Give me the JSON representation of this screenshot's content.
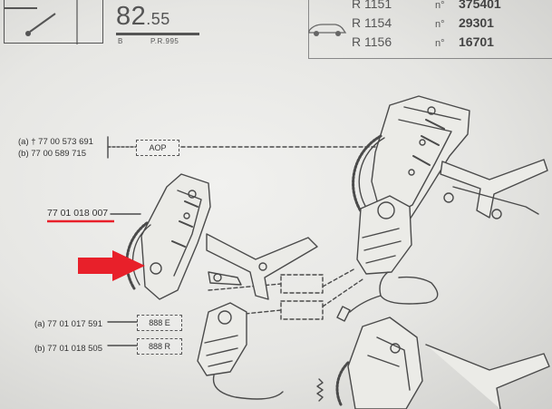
{
  "header": {
    "page_number": "82",
    "page_number_sub": ".55",
    "left_code": "B",
    "right_code": "P.R.995"
  },
  "references": [
    {
      "model": "R 1151",
      "label": "n°",
      "value": "375401"
    },
    {
      "model": "R 1154",
      "label": "n°",
      "value": "29301"
    },
    {
      "model": "R 1156",
      "label": "n°",
      "value": "16701"
    }
  ],
  "parts": {
    "top_a": "(a) † 77 00 573 691",
    "top_b": "(b)   77 00 589 715",
    "top_tag": "AOP",
    "mid": "77 01 018 007",
    "bot_a": "(a)  77 01 017 591",
    "bot_a_tag": "888 E",
    "bot_b": "(b)  77 01 018 505",
    "bot_b_tag": "888 R"
  },
  "colors": {
    "highlight": "#e8202a",
    "ink": "#4a4a4a"
  }
}
